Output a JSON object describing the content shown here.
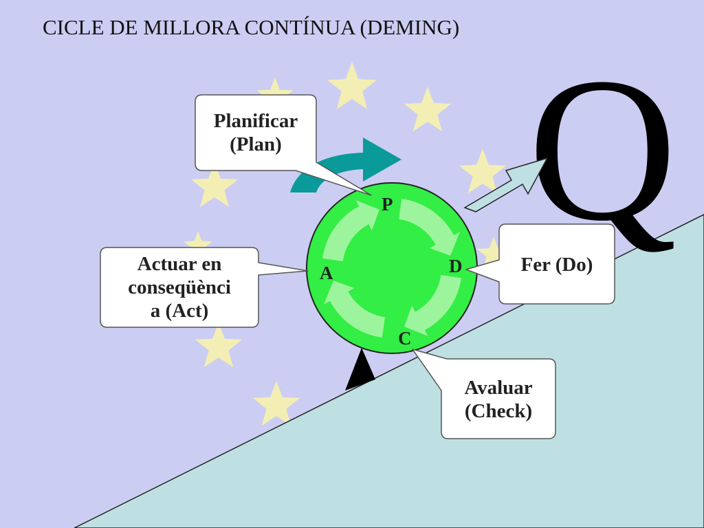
{
  "title": "CICLE DE MILLORA CONTÍNUA (DEMING)",
  "quality_symbol": "Q",
  "cycle": {
    "stage_letters": {
      "plan": "P",
      "do": "D",
      "check": "C",
      "act": "A"
    },
    "callouts": {
      "plan": "Planificar\n(Plan)",
      "do": "Fer (Do)",
      "check": "Avaluar\n(Check)",
      "act": "Actuar en\nconseqüènci\na (Act)"
    }
  },
  "colors": {
    "background": "#cbcdf2",
    "stars": "#f3efb4",
    "ramp": "#bfe0e2",
    "wheel": "#33ee44",
    "cycle_arrows": "#9cf59c",
    "teal_arrow": "#0b9a9a",
    "q_arrow": "#bfe0e2",
    "wedge": "#000000",
    "callout_fill": "#ffffff"
  },
  "icons": [
    "star-icon",
    "cycle-arrow-icon",
    "curved-arrow-icon",
    "up-arrow-icon",
    "wedge-icon"
  ]
}
